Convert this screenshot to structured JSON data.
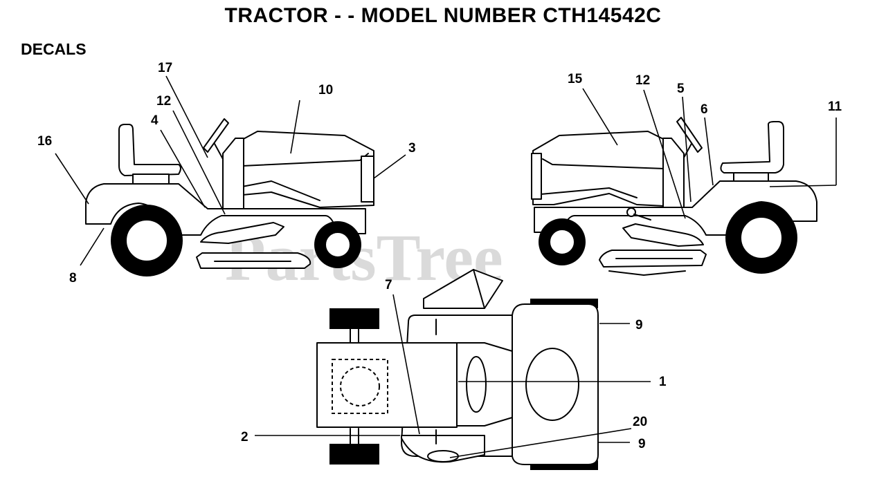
{
  "header": {
    "title": "TRACTOR - - MODEL NUMBER CTH14542C"
  },
  "section": {
    "label": "DECALS"
  },
  "watermark": {
    "text": "PartsTree"
  },
  "callouts": {
    "c1": "1",
    "c2": "2",
    "c3": "3",
    "c4": "4",
    "c5": "5",
    "c6": "6",
    "c7": "7",
    "c8": "8",
    "c9a": "9",
    "c9b": "9",
    "c10": "10",
    "c11": "11",
    "c12a": "12",
    "c12b": "12",
    "c15": "15",
    "c16": "16",
    "c17": "17",
    "c20": "20"
  },
  "colors": {
    "line": "#000000",
    "background": "#ffffff",
    "watermark": "#bdbdbd"
  }
}
